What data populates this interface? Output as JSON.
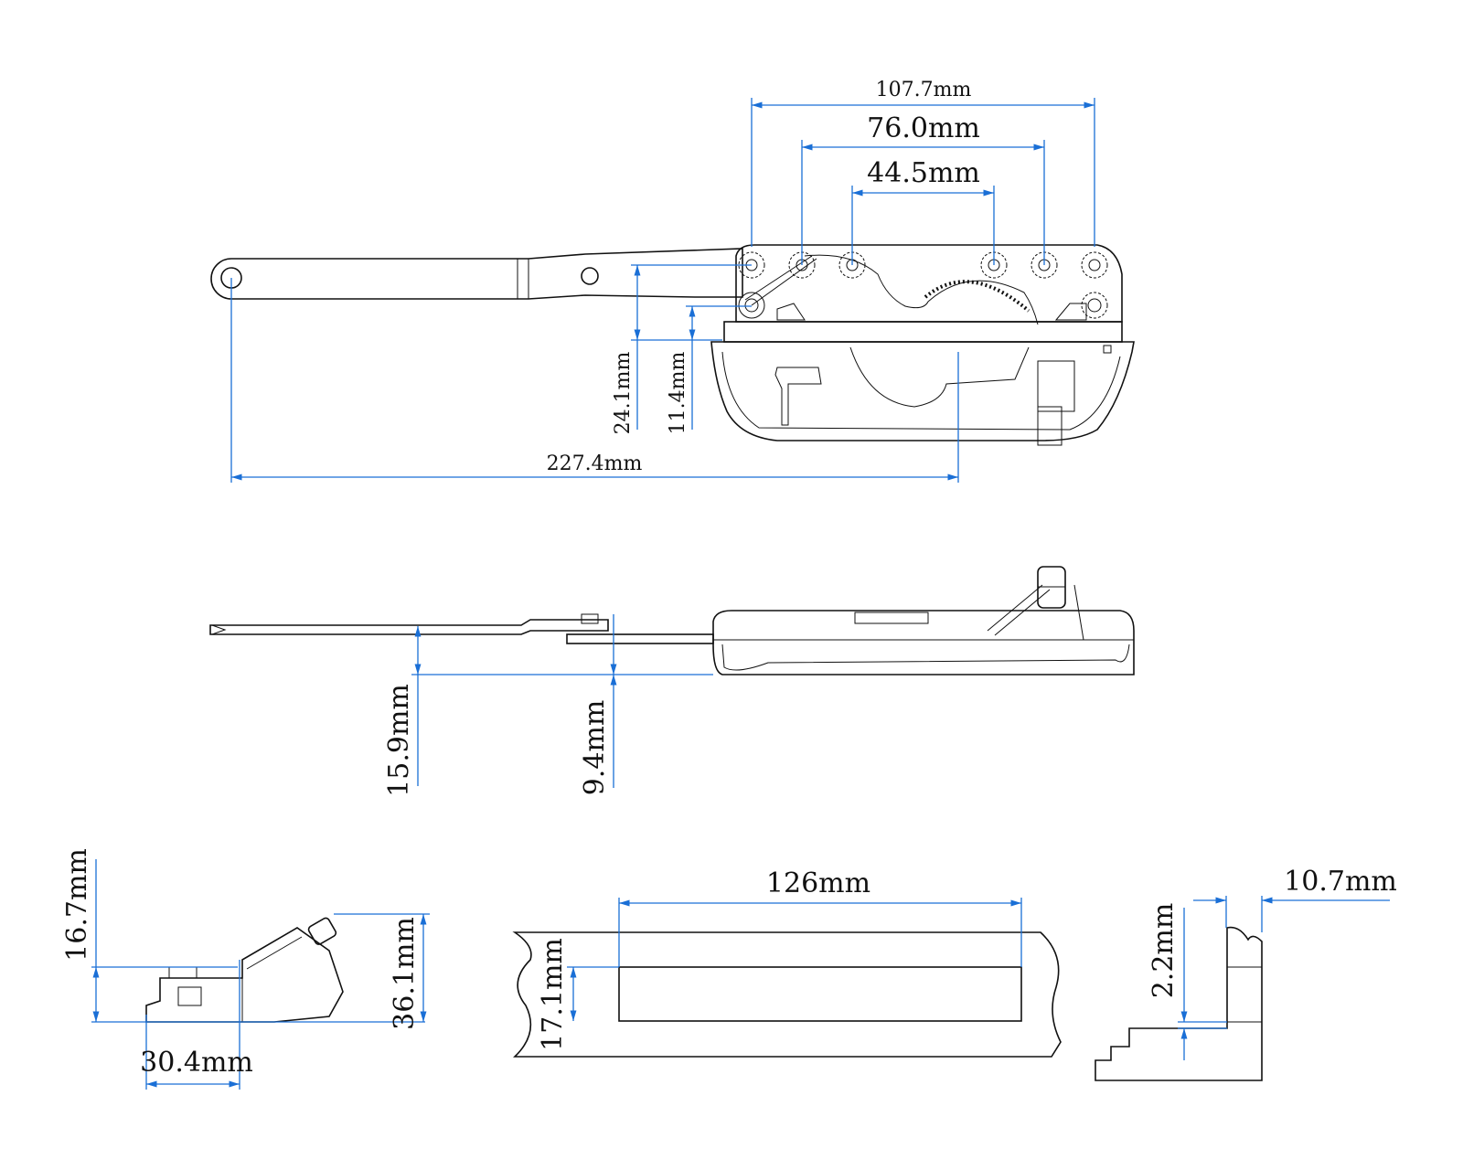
{
  "colors": {
    "dimension_line": "#1a6fd6",
    "outline": "#111111",
    "background": "#ffffff"
  },
  "top_view": {
    "dim_hole_outer": "107.7mm",
    "dim_hole_middle": "76.0mm",
    "dim_hole_inner": "44.5mm",
    "dim_arm_offset": "24.1mm",
    "dim_pivot_offset": "11.4mm",
    "dim_overall_length": "227.4mm"
  },
  "side_view": {
    "dim_arm_height": "15.9mm",
    "dim_base_height": "9.4mm"
  },
  "end_view": {
    "dim_height_low": "16.7mm",
    "dim_height_total": "36.1mm",
    "dim_width": "30.4mm"
  },
  "cutout_view": {
    "dim_length": "126mm",
    "dim_width": "17.1mm"
  },
  "section_view": {
    "dim_wall": "10.7mm",
    "dim_step": "2.2mm"
  }
}
